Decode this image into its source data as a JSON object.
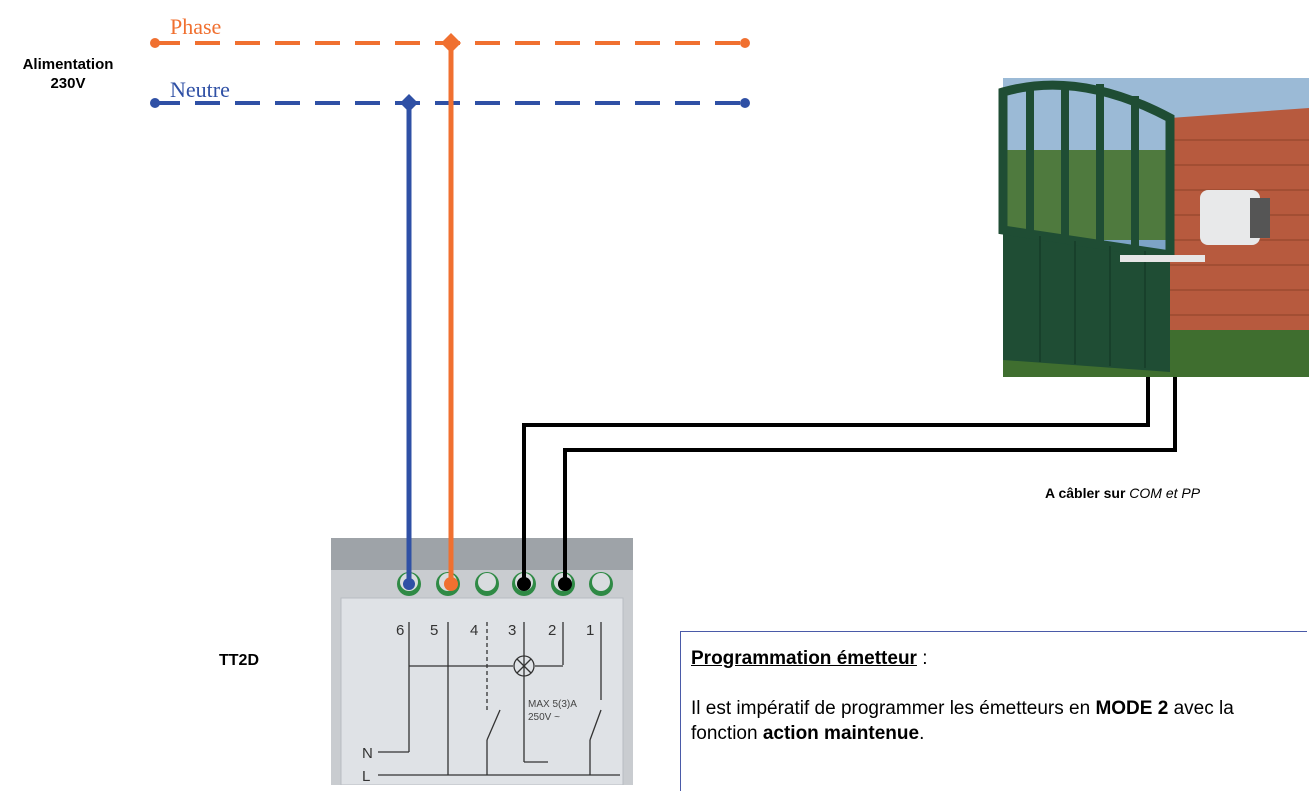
{
  "wires": {
    "phase": {
      "label": "Phase",
      "color": "#f07030"
    },
    "neutral": {
      "label": "Neutre",
      "color": "#2f50a5"
    }
  },
  "supply": {
    "line1": "Alimentation",
    "line2": "230V"
  },
  "device": {
    "name": "TT2D",
    "terminals": [
      "6",
      "5",
      "4",
      "3",
      "2",
      "1"
    ],
    "rating": [
      "MAX 5(3)A",
      "250V ~"
    ],
    "side_labels": [
      "N",
      "L"
    ]
  },
  "gate_motor": {
    "image": "gate-with-arm-opener-photo"
  },
  "wiring_note": {
    "prefix": "A câbler sur",
    "terminals": "COM et PP"
  },
  "programming_note": {
    "title": "Programmation émetteur",
    "title_suffix": " :",
    "text_before": "Il est impératif de programmer les émetteurs en ",
    "mode": "MODE 2",
    "text_middle": " avec la fonction ",
    "function": "action maintenue",
    "text_end": "."
  },
  "colors": {
    "phase": "#f07030",
    "neutral": "#2f50a5",
    "signal": "#000000",
    "box_border": "#4a5aa8"
  }
}
